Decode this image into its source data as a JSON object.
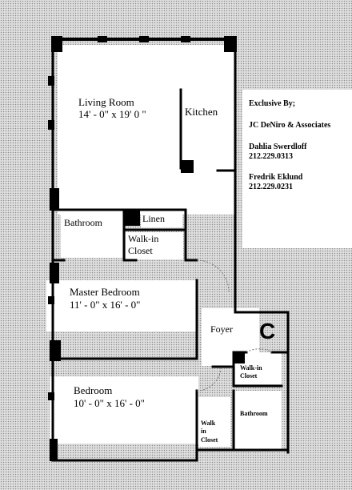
{
  "rooms": {
    "living_room": {
      "name": "Living Room",
      "dims": "14' - 0\" x 19' 0 \""
    },
    "kitchen": {
      "name": "Kitchen"
    },
    "bathroom_main": {
      "name": "Bathroom"
    },
    "linen": {
      "name": "Linen"
    },
    "walk_in_closet_main": {
      "line1": "Walk-in",
      "line2": "Closet"
    },
    "master_bedroom": {
      "name": "Master Bedroom",
      "dims": "11' - 0\" x 16' - 0\""
    },
    "foyer": {
      "name": "Foyer"
    },
    "walk_in_closet_foyer": {
      "line1": "Walk-in",
      "line2": "Closet"
    },
    "bedroom": {
      "name": "Bedroom",
      "dims": "10' - 0\" x 16' - 0\""
    },
    "walk_in_closet_bedroom": {
      "line1": "Walk",
      "line2": "in",
      "line3": "Closet"
    },
    "bathroom_second": {
      "name": "Bathroom"
    }
  },
  "unit_mark": "C",
  "listing": {
    "exclusive_label": "Exclusive By;",
    "firm": "JC DeNiro & Associates",
    "agents": [
      {
        "name": "Dahlia Swerdloff",
        "phone": "212.229.0313"
      },
      {
        "name": "Fredrik Eklund",
        "phone": "212.229.0231"
      }
    ]
  },
  "colors": {
    "wall": "#000000",
    "floor": "#ffffff",
    "background": "#d6d6d6"
  }
}
